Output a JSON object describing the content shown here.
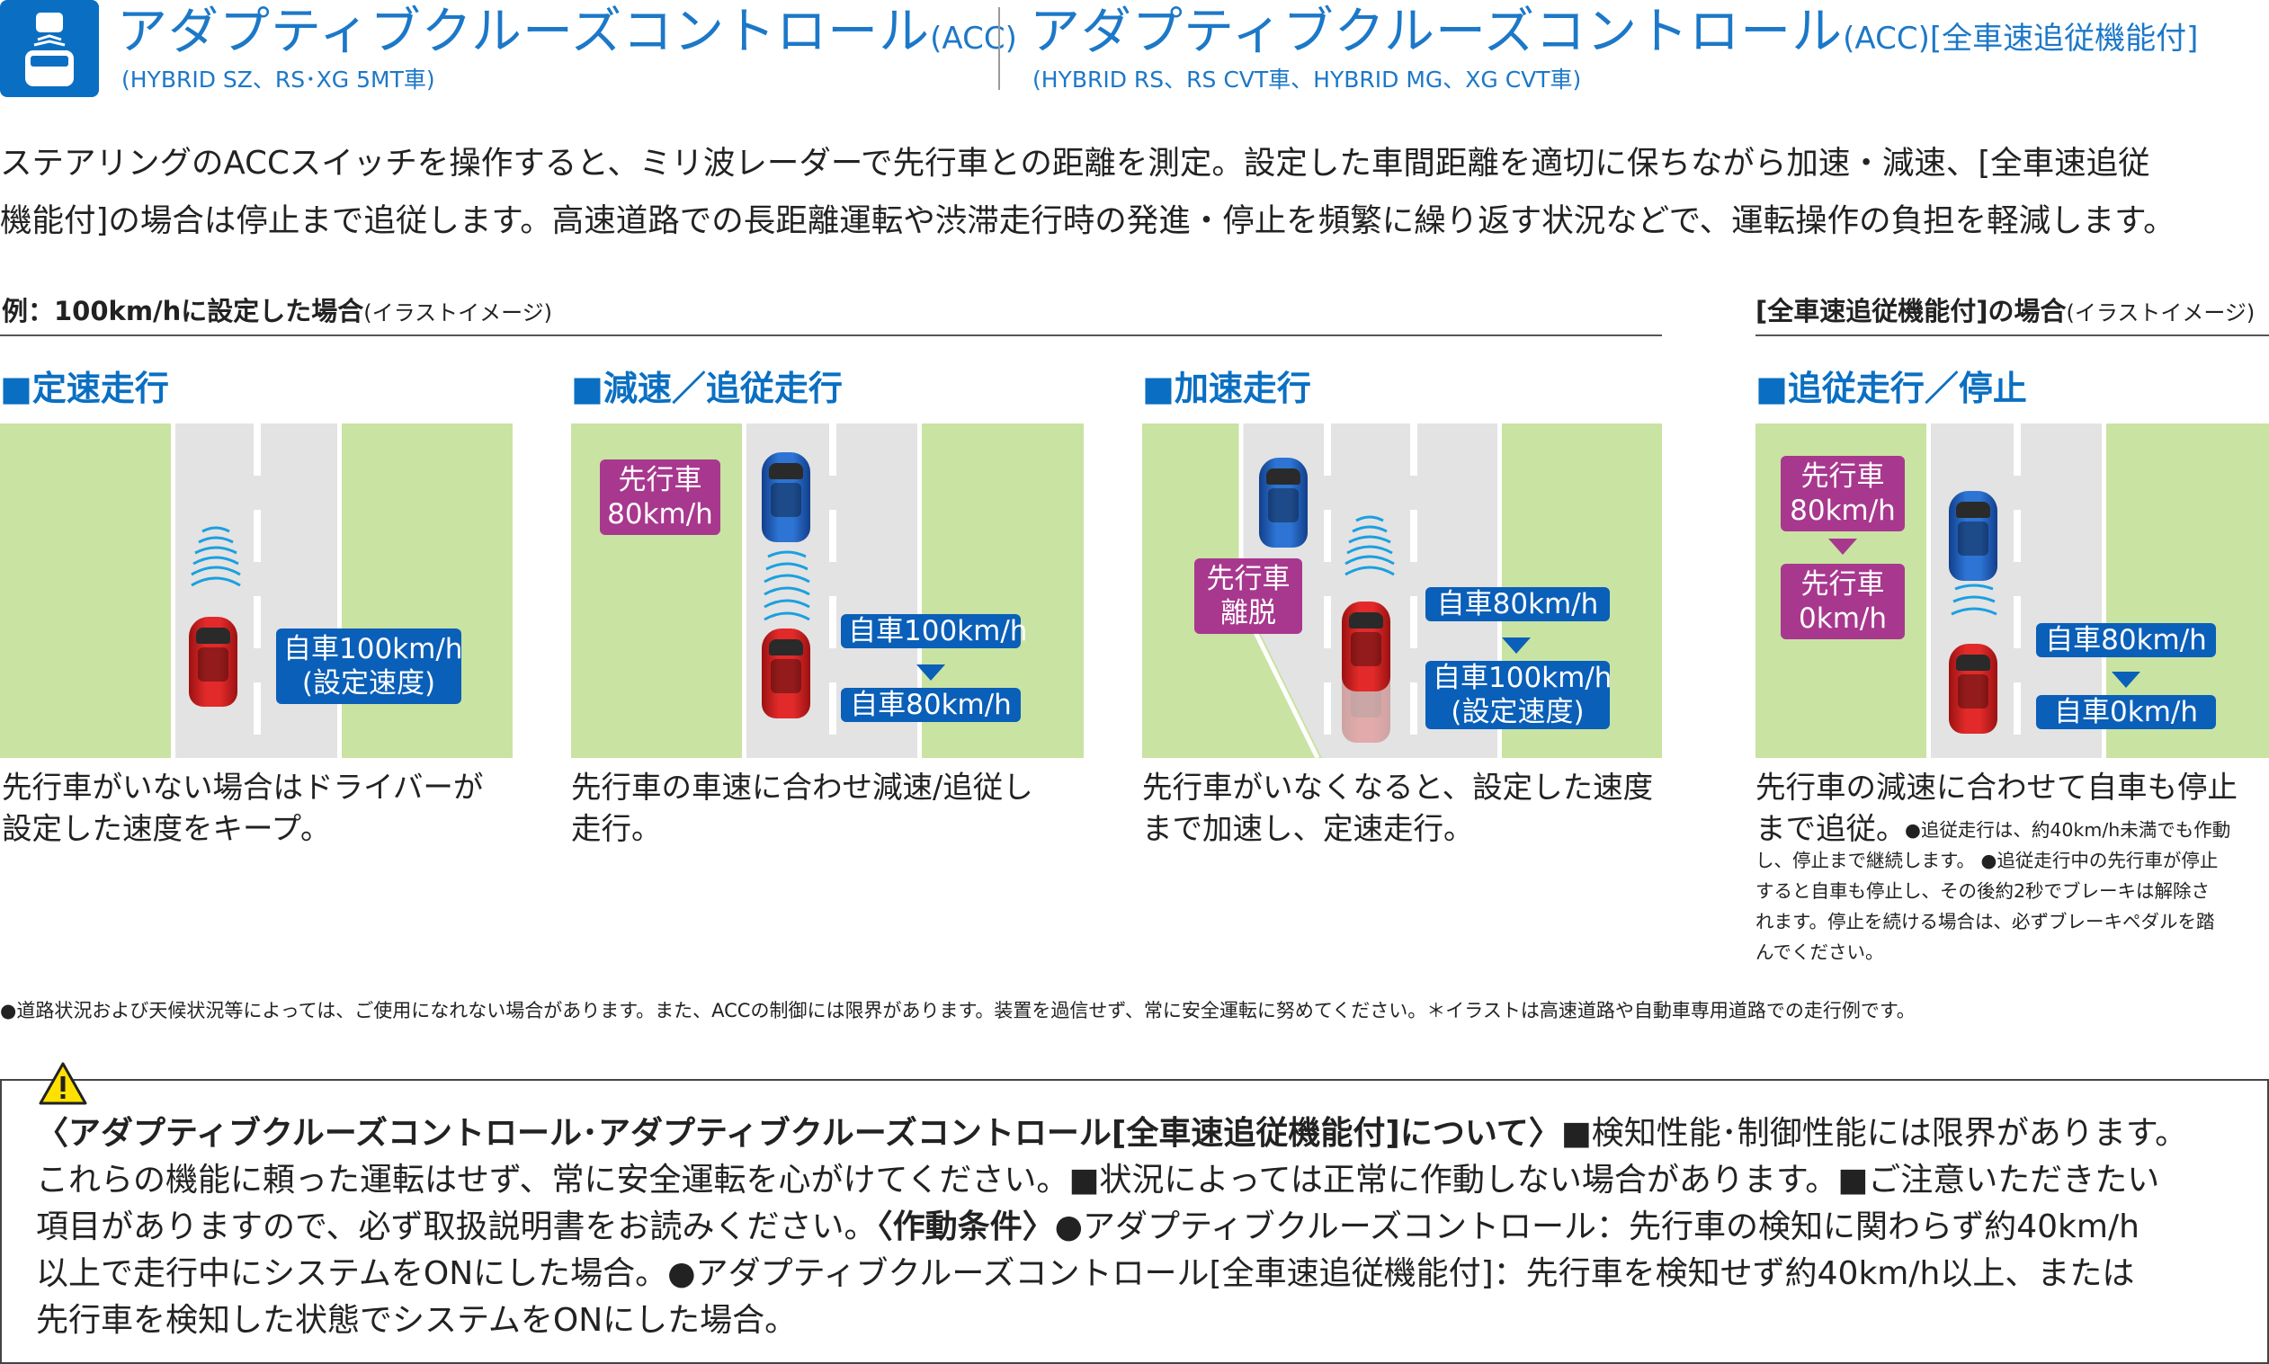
{
  "header": {
    "title_acc": "アダプティブクルーズコントロール",
    "title_acc_suffix": "(ACC)",
    "sub_acc": "(HYBRID SZ、RS･XG 5MT車)",
    "title_acc_full": "アダプティブクルーズコントロール",
    "title_acc_full_suffix": "(ACC)[全車速追従機能付]",
    "sub_acc_full": "(HYBRID RS、RS CVT車、HYBRID MG、XG CVT車)"
  },
  "intro": {
    "line1": "ステアリングのACCスイッチを操作すると、ミリ波レーダーで先行車との距離を測定。設定した車間距離を適切に保ちながら加速・減速、[全車速追従",
    "line2": "機能付]の場合は停止まで追従します。高速道路での長距離運転や渋滞走行時の発進・停止を頻繁に繰り返す状況などで、運転操作の負担を軽減します。"
  },
  "section_left": {
    "heading": "例：100km/hに設定した場合",
    "note": "(イラストイメージ)"
  },
  "section_right": {
    "heading": "[全車速追従機能付]の場合",
    "note": "(イラストイメージ)"
  },
  "panels": [
    {
      "title": "■定速走行",
      "labels": [
        "自車100km/h",
        "(設定速度)"
      ],
      "caption": [
        "先行車がいない場合はドライバーが",
        "設定した速度をキープ。"
      ]
    },
    {
      "title": "■減速／追従走行",
      "lead_label": [
        "先行車",
        "80km/h"
      ],
      "labels": [
        "自車100km/h",
        "自車80km/h"
      ],
      "caption": [
        "先行車の車速に合わせ減速/追従し",
        "走行。"
      ]
    },
    {
      "title": "■加速走行",
      "lead_label": [
        "先行車",
        "離脱"
      ],
      "labels": [
        "自車80km/h",
        "自車100km/h",
        "(設定速度)"
      ],
      "caption": [
        "先行車がいなくなると、設定した速度",
        "まで加速し、定速走行。"
      ]
    },
    {
      "title": "■追従走行／停止",
      "lead_label": [
        "先行車",
        "80km/h"
      ],
      "lead_label2": [
        "先行車",
        "0km/h"
      ],
      "labels": [
        "自車80km/h",
        "自車0km/h"
      ],
      "caption": [
        "先行車の減速に合わせて自車も停止",
        "まで追従。"
      ],
      "caption_note": [
        "●追従走行は、約40km/h未満でも作動",
        "し、停止まで継続します。 ●追従走行中の先行車が停止",
        "すると自車も停止し、その後約2秒でブレーキは解除さ",
        "れます。停止を続ける場合は、必ずブレーキペダルを踏",
        "んでください。"
      ]
    }
  ],
  "disclaimer": "●道路状況および天候状況等によっては、ご使用になれない場合があります。また、ACCの制御には限界があります。装置を過信せず、常に安全運転に努めてください。＊イラストは高速道路や自動車専用道路での走行例です。",
  "warning": {
    "l1_bold": "〈アダプティブクルーズコントロール･アダプティブクルーズコントロール[全車速追従機能付]について〉",
    "l1_rest": "■検知性能･制御性能には限界があります。",
    "l2": "これらの機能に頼った運転はせず、常に安全運転を心がけてください。■状況によっては正常に作動しない場合があります。■ご注意いただきたい",
    "l3_a": "項目がありますので、必ず取扱説明書をお読みください。",
    "l3_bold": "〈作動条件〉",
    "l3_b": "●アダプティブクルーズコントロール：先行車の検知に関わらず約40km/h",
    "l4": "以上で走行中にシステムをONにした場合。●アダプティブクルーズコントロール[全車速追従機能付]：先行車を検知せず約40km/h以上、または",
    "l5": "先行車を検知した状態でシステムをONにした場合。"
  },
  "colors": {
    "brand_blue": "#0a6fc2",
    "label_blue": "#0a5fb8",
    "label_magenta": "#a8388e",
    "grass": "#c9e3a2",
    "road": "#e3e3e3"
  },
  "icons": {
    "logo": "acc-car-icon",
    "warning": "warning-triangle-icon"
  }
}
